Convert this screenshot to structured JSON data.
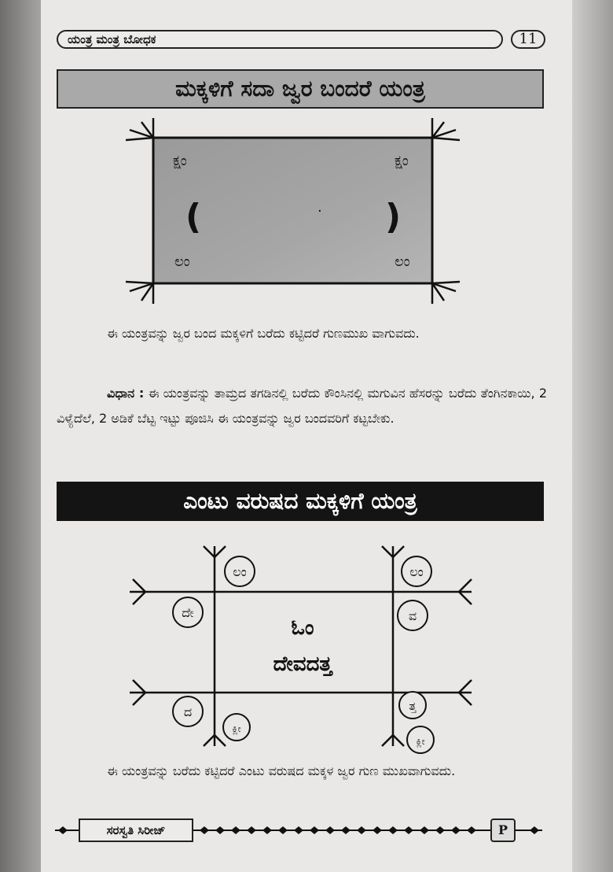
{
  "header": {
    "running_title": "ಯಂತ್ರ ಮಂತ್ರ ಬೋಧಕ",
    "page_number": "11"
  },
  "section1": {
    "title": "ಮಕ್ಕಳಿಗೆ ಸದಾ ಜ್ವರ ಬಂದರೆ ಯಂತ್ರ",
    "yantra": {
      "top_left": "ಕ್ಷಂ",
      "top_right": "ಕ್ಷಂ",
      "bottom_left": "ಲಂ",
      "bottom_right": "ಲಂ",
      "left_mark": "(",
      "right_mark": ")",
      "center_dot": "·"
    },
    "paragraph": "ಈ ಯಂತ್ರವನ್ನು ಜ್ವರ ಬಂದ ಮಕ್ಕಳಿಗೆ ಬರೆದು ಕಟ್ಟಿದರೆ ಗುಣಮುಖ ವಾಗುವದು.",
    "method_label": "ವಿಧಾನ :",
    "method_text": " ಈ ಯಂತ್ರವನ್ನು ತಾಮ್ರದ ತಗಡಿನಲ್ಲಿ ಬರೆದು ಕೌಂಸಿನಲ್ಲಿ ಮಗುವಿನ ಹೆಸರನ್ನು ಬರೆದು ತೆಂಗಿನಕಾಯಿ, 2 ವಿಳ್ಯೆದೆಲೆ, 2 ಅಡಿಕೆ ಬೆಟ್ಟ ಇಟ್ಟು ಪೂಜಿಸಿ ಈ ಯಂತ್ರವನ್ನು ಜ್ವರ ಬಂದವರಿಗೆ ಕಟ್ಟಬೇಕು."
  },
  "section2": {
    "title": "ಎಂಟು ವರುಷದ ಮಕ್ಕಳಿಗೆ ಯಂತ್ರ",
    "yantra": {
      "top_left": "ಲಂ",
      "top_right": "ಲಂ",
      "mid_left": "ದೇ",
      "mid_right": "ವ",
      "bottom_left": "ದ",
      "bottom_right": "ತ್ತ",
      "inner_bottom_left": "ಕ್ಲೀ",
      "inner_bottom_right": "ಕ್ಲೀ",
      "center_line1": "ಓಂ",
      "center_line2": "ದೇವದತ್ತ"
    },
    "paragraph": "ಈ ಯಂತ್ರವನ್ನು ಬರೆದು ಕಟ್ಟಿದರೆ ಎಂಟು ವರುಷದ ಮಕ್ಕಳ ಜ್ವರ ಗುಣ ಮುಖವಾಗುವದು."
  },
  "footer": {
    "series_label": "ಸರಸ್ವತಿ ಸಿರೀಜ್",
    "logo_text": "P"
  }
}
